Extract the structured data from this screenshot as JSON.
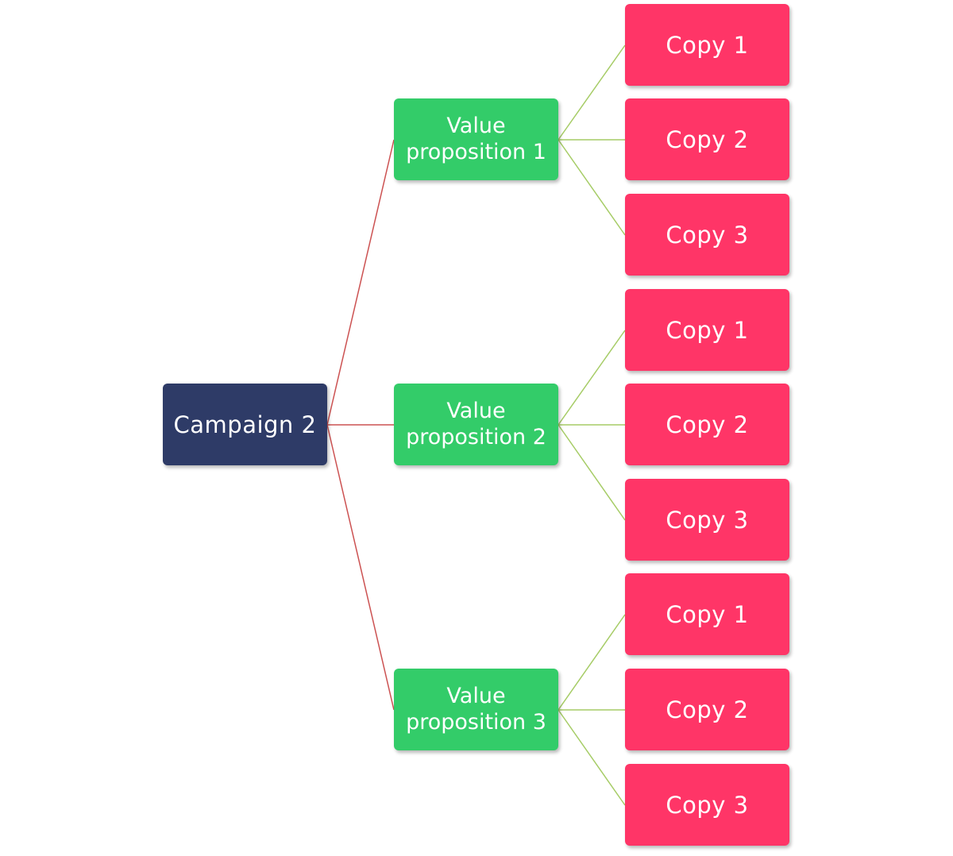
{
  "colors": {
    "root": "#2e3b67",
    "value_proposition": "#33cc69",
    "copy": "#ff3567",
    "root_connector": "#cc5252",
    "vp_connector": "#a6cc66"
  },
  "root": {
    "label": "Campaign 2"
  },
  "value_propositions": [
    {
      "label": "Value proposition 1",
      "copies": [
        {
          "label": "Copy 1"
        },
        {
          "label": "Copy 2"
        },
        {
          "label": "Copy 3"
        }
      ]
    },
    {
      "label": "Value proposition 2",
      "copies": [
        {
          "label": "Copy 1"
        },
        {
          "label": "Copy 2"
        },
        {
          "label": "Copy 3"
        }
      ]
    },
    {
      "label": "Value proposition 3",
      "copies": [
        {
          "label": "Copy 1"
        },
        {
          "label": "Copy 2"
        },
        {
          "label": "Copy 3"
        }
      ]
    }
  ]
}
